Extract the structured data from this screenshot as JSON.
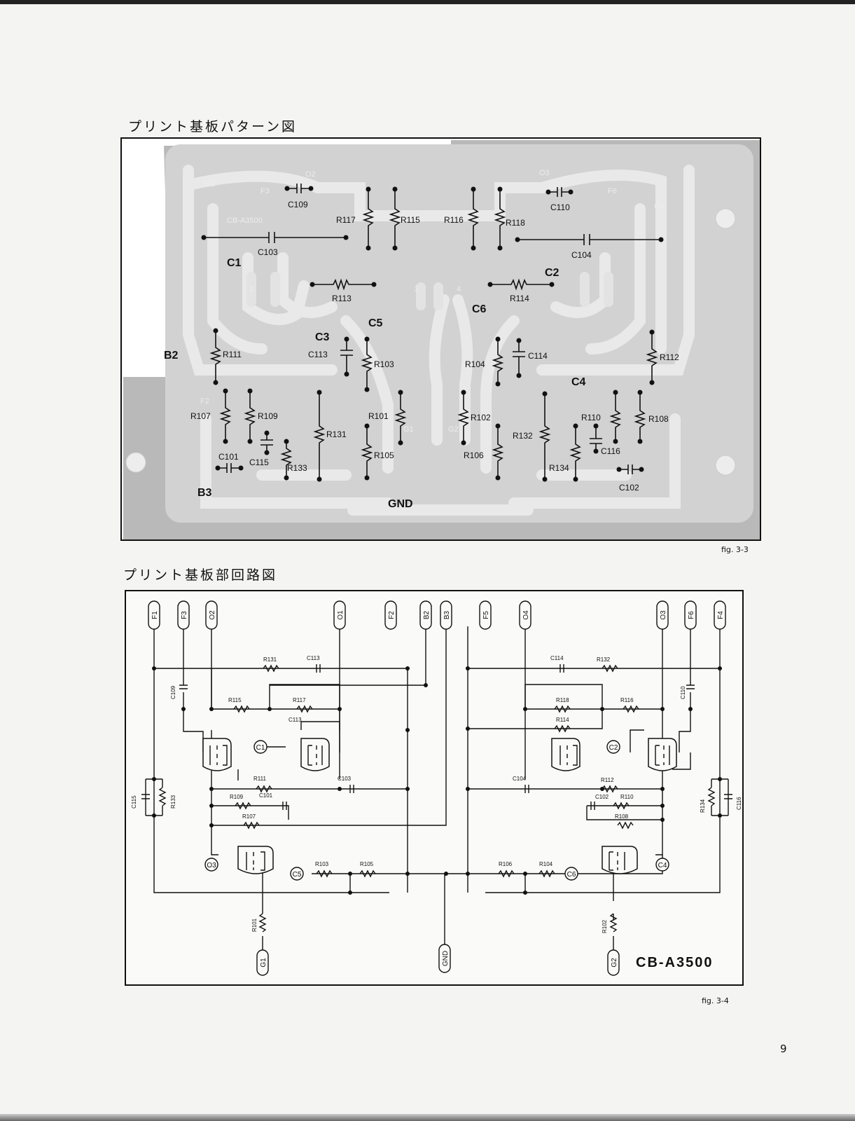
{
  "section1_title": "プリント基板パターン図",
  "section2_title": "プリント基板部回路図",
  "fig1_caption": "fig. 3-3",
  "fig2_caption": "fig. 3-4",
  "page_number": "9",
  "pcb": {
    "board_labels": [
      "O1",
      "O2",
      "F3",
      "CB-A3500",
      "O3",
      "F6",
      "O4",
      "F2",
      "G1",
      "G2"
    ],
    "pads": [
      "1",
      "2",
      "3",
      "4"
    ],
    "zones": [
      "C1",
      "C2",
      "C3",
      "C4",
      "C5",
      "C6",
      "B2",
      "B3",
      "GND"
    ],
    "components": [
      "C109",
      "C110",
      "R117",
      "R115",
      "R116",
      "R118",
      "C103",
      "C104",
      "R113",
      "R114",
      "C113",
      "R103",
      "R104",
      "C114",
      "R111",
      "R112",
      "R107",
      "R109",
      "R131",
      "R101",
      "R102",
      "R132",
      "R110",
      "R108",
      "C101",
      "C115",
      "R133",
      "R105",
      "R106",
      "R134",
      "C116",
      "C102"
    ]
  },
  "schematic": {
    "terminals_top": [
      "F1",
      "F3",
      "O2",
      "O1",
      "F2",
      "B2",
      "B3",
      "F5",
      "O4",
      "O3",
      "F6",
      "F4"
    ],
    "terminals_bottom": [
      "G1",
      "GND",
      "G2"
    ],
    "nodes": [
      "C1",
      "C2",
      "O3",
      "C5",
      "C6",
      "C4"
    ],
    "components": [
      "R131",
      "C113",
      "C114",
      "R132",
      "C109",
      "C110",
      "R115",
      "R117",
      "R118",
      "R116",
      "C113",
      "R114",
      "R111",
      "C103",
      "C104",
      "R112",
      "R109",
      "C101",
      "C102",
      "R110",
      "R107",
      "R108",
      "C115",
      "R133",
      "R134",
      "C116",
      "R103",
      "R105",
      "R106",
      "R104",
      "R101",
      "R102"
    ],
    "model": "CB-A3500"
  }
}
